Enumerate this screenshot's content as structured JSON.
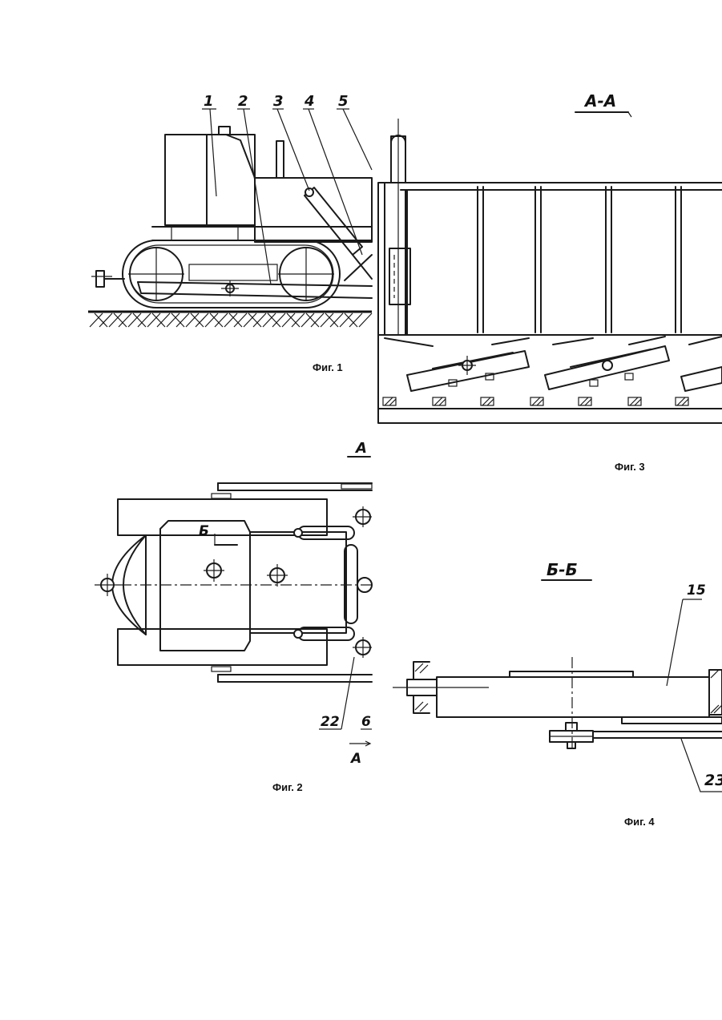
{
  "figures": {
    "fig1": {
      "caption": "Фиг. 1",
      "callouts": [
        "1",
        "2",
        "3",
        "4",
        "5"
      ]
    },
    "fig2": {
      "caption": "Фиг. 2",
      "labels": {
        "section_top": "А",
        "section_b": "Б",
        "callout_22": "22",
        "callout_6": "6",
        "section_bottom": "А"
      }
    },
    "fig3": {
      "caption": "Фиг. 3",
      "section_title": "А-А"
    },
    "fig4": {
      "caption": "Фиг. 4",
      "section_title": "Б-Б",
      "callouts": [
        "15",
        "23"
      ]
    }
  }
}
